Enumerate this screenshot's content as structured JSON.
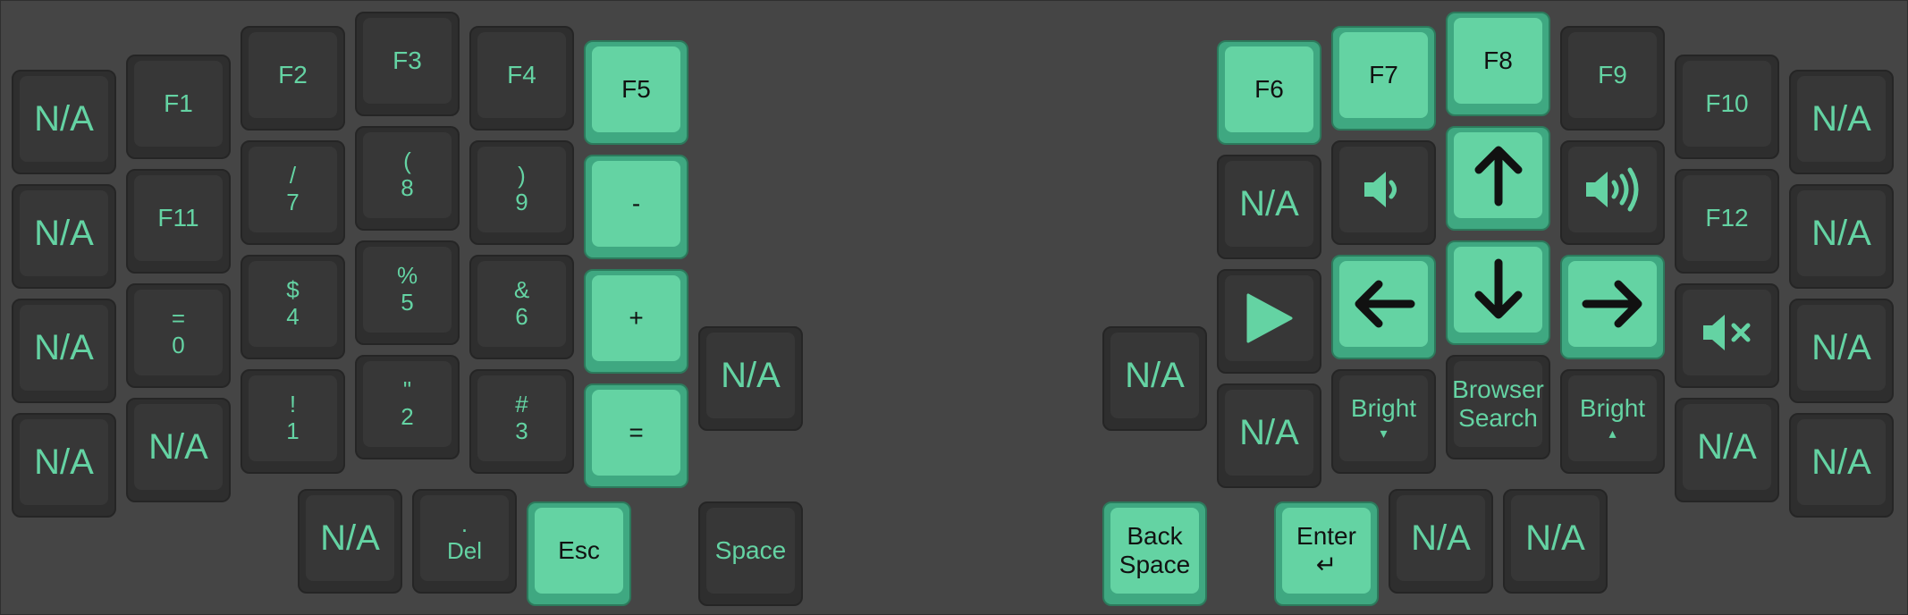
{
  "colors": {
    "background": "#454545",
    "key_dark": "#373737",
    "key_green": "#64d3a3",
    "legend_green": "#64d3a3",
    "legend_dark": "#111111"
  },
  "keys": {
    "l_c0_r0": "N/A",
    "l_c0_r1": "N/A",
    "l_c0_r2": "N/A",
    "l_c0_r3": "N/A",
    "f1": "F1",
    "f11": "F11",
    "eq_top": "=",
    "eq_bottom": "0",
    "l_c1_r3": "N/A",
    "f2": "F2",
    "slash_top": "/",
    "slash_bottom": "7",
    "dollar_top": "$",
    "dollar_bottom": "4",
    "excl_top": "!",
    "excl_bottom": "1",
    "f3": "F3",
    "lparen_top": "(",
    "lparen_bottom": "8",
    "pct_top": "%",
    "pct_bottom": "5",
    "quote_top": "\"",
    "quote_bottom": "2",
    "f4": "F4",
    "rparen_top": ")",
    "rparen_bottom": "9",
    "amp_top": "&",
    "amp_bottom": "6",
    "hash_top": "#",
    "hash_bottom": "3",
    "f5": "F5",
    "minus": "-",
    "plus": "+",
    "equals": "=",
    "l_thumb_side": "N/A",
    "l_thumb_1": "N/A",
    "del_top": ".",
    "del_bottom": "Del",
    "esc": "Esc",
    "space": "Space",
    "r_thumb_side": "N/A",
    "backspace_top": "Back",
    "backspace_bottom": "Space",
    "enter_top": "Enter",
    "enter_bottom": "↵",
    "r_thumb_3": "N/A",
    "r_thumb_4": "N/A",
    "f6": "F6",
    "r_c0_r1": "N/A",
    "r_c0_r3": "N/A",
    "f7": "F7",
    "bright_down_top": "Bright",
    "bright_down_bottom": "▾",
    "f8": "F8",
    "browser_top": "Browser",
    "browser_bottom": "Search",
    "f9": "F9",
    "bright_up_top": "Bright",
    "bright_up_bottom": "▴",
    "f10": "F10",
    "f12": "F12",
    "r_c4_r3": "N/A",
    "r_c5_r0": "N/A",
    "r_c5_r1": "N/A",
    "r_c5_r2": "N/A",
    "r_c5_r3": "N/A"
  },
  "icons": {
    "vol_down": "volume-down-icon",
    "vol_up": "volume-up-icon",
    "mute": "mute-icon",
    "play": "play-icon",
    "up": "arrow-up-icon",
    "down": "arrow-down-icon",
    "left": "arrow-left-icon",
    "right": "arrow-right-icon"
  }
}
